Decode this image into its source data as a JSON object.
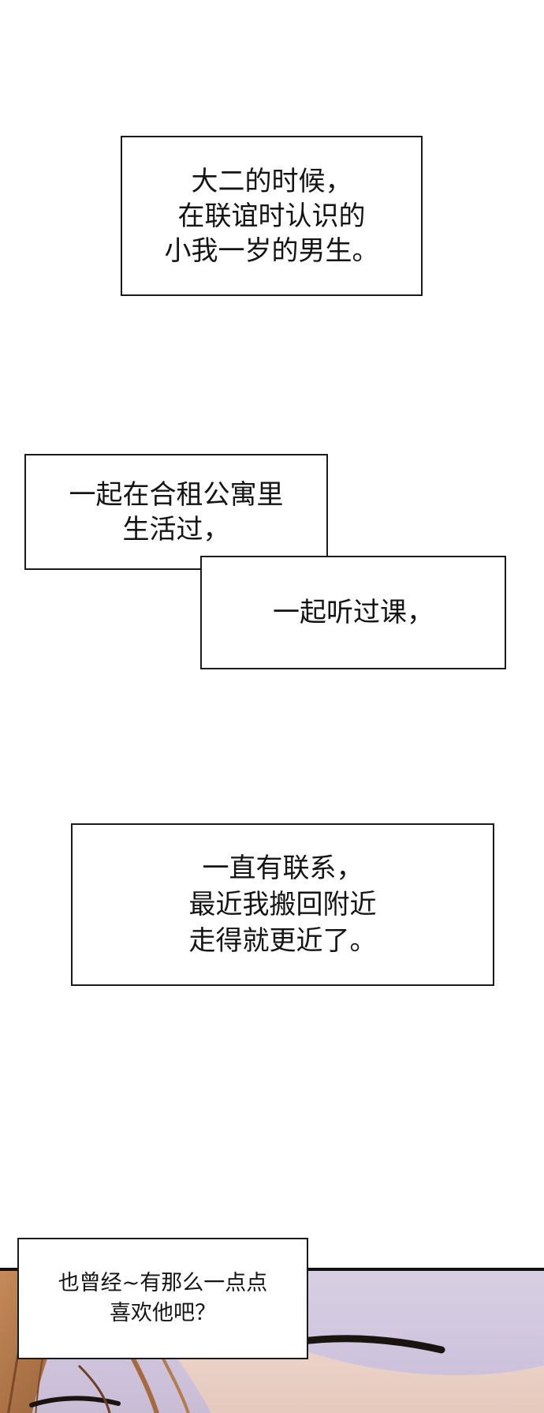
{
  "narration": {
    "box1": [
      "大二的时候，",
      "在联谊时认识的",
      "小我一岁的男生。"
    ],
    "box2": [
      "一起在合租公寓里",
      "生活过，"
    ],
    "box3": [
      "一起听过课，"
    ],
    "box4": [
      "一直有联系，",
      "最近我搬回附近",
      "走得就更近了。"
    ],
    "box5": [
      "也曾经~有那么一点点",
      "喜欢他吧？"
    ]
  },
  "colors": {
    "border": "#1a1a1a",
    "text": "#141414",
    "scene_bg": "#d8cfe3",
    "hair": "#b87a4b",
    "eye_line": "#1a1410"
  }
}
